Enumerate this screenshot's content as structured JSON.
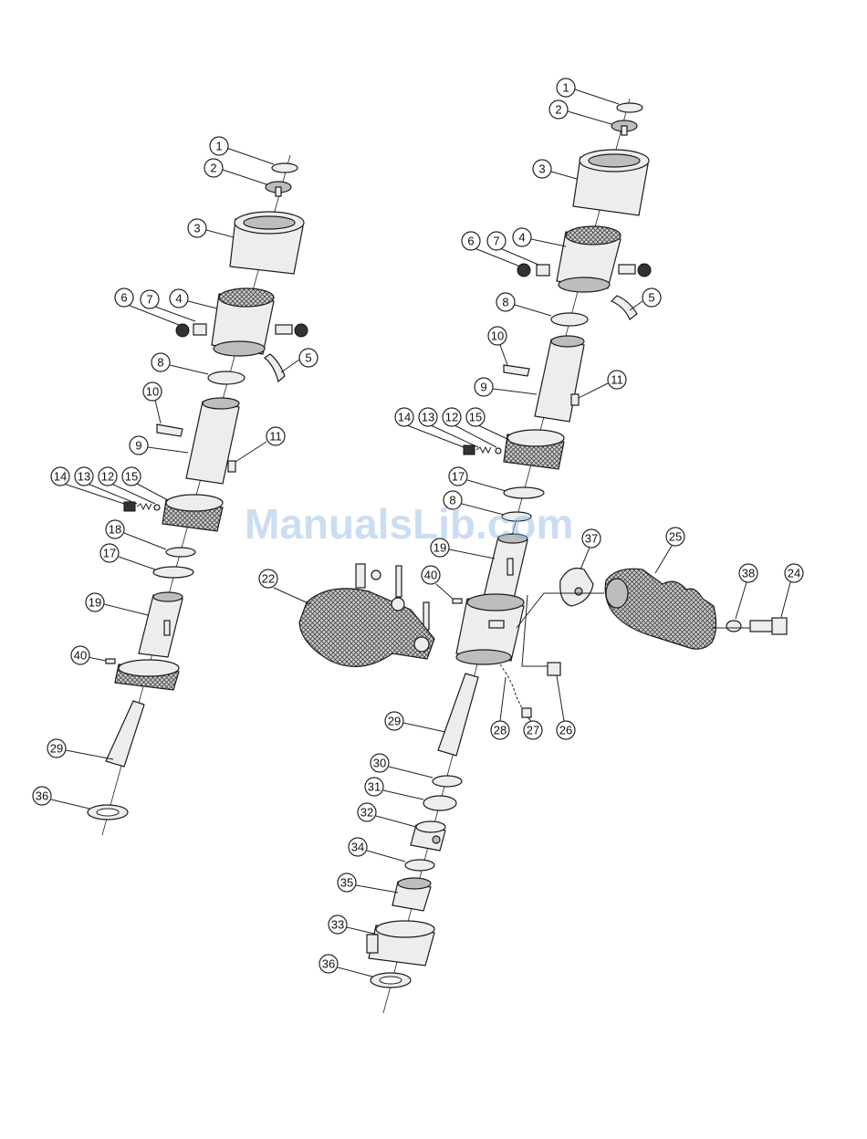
{
  "watermark": "ManualsLib.com",
  "left_assembly": {
    "callouts": [
      "1",
      "2",
      "3",
      "4",
      "5",
      "6",
      "7",
      "8",
      "9",
      "10",
      "11",
      "14",
      "13",
      "12",
      "15",
      "18",
      "17",
      "19",
      "40",
      "29",
      "36"
    ]
  },
  "right_assembly": {
    "callouts": [
      "1",
      "2",
      "3",
      "6",
      "7",
      "4",
      "5",
      "8",
      "10",
      "9",
      "11",
      "14",
      "13",
      "12",
      "15",
      "17",
      "8",
      "19",
      "40",
      "22",
      "25",
      "38",
      "24",
      "29",
      "30",
      "31",
      "32",
      "34",
      "35",
      "33",
      "36",
      "28",
      "27",
      "26",
      "37"
    ]
  }
}
